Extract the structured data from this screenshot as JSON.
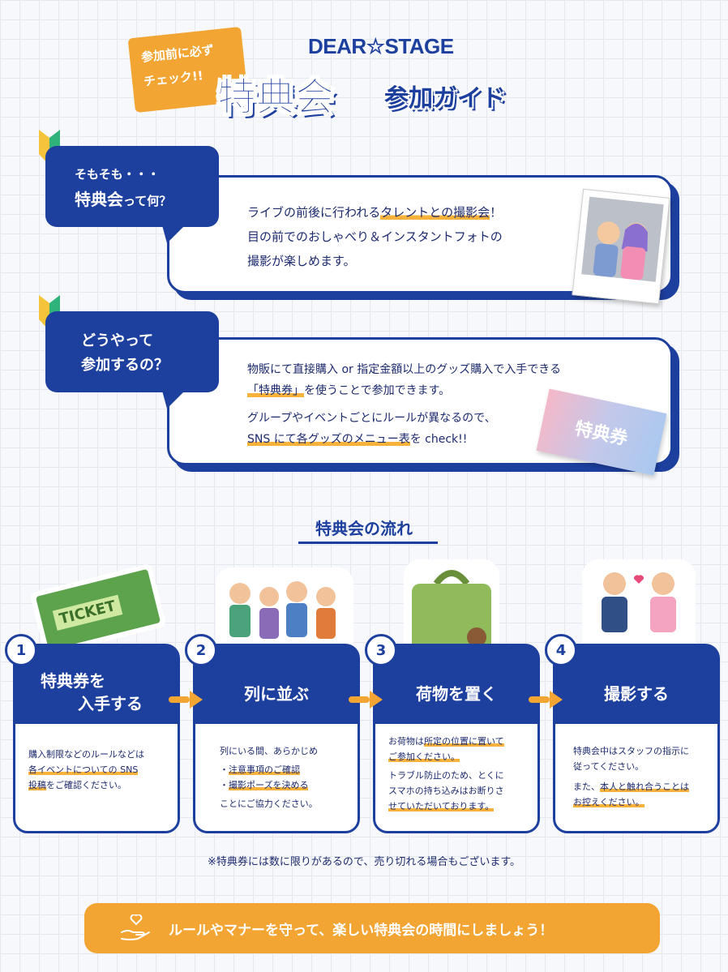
{
  "header": {
    "badge_line1": "参加前に必ず",
    "badge_line2": "チェック!!",
    "brand": "DEAR☆STAGE",
    "title": "特典会",
    "subtitle": "参加ガイド"
  },
  "q1": {
    "question_line1": "そもそも・・・",
    "question_line2_big": "特典会",
    "question_line2_small": "って何？",
    "answer_pre": "ライブの前後に行われる",
    "answer_hl": "タレントとの撮影会",
    "answer_post": "！",
    "answer_line2": "目の前でのおしゃべり＆インスタントフォトの",
    "answer_line3": "撮影が楽しめます。"
  },
  "q2": {
    "question_line1": "どうやって",
    "question_line2": "参加するの？",
    "answer_line1": "物販にて直接購入 or 指定金額以上のグッズ購入で入手できる",
    "answer_line2_hl": "「特典券」",
    "answer_line2_post": "を使うことで参加できます。",
    "answer_line3": "グループやイベントごとにルールが異なるので、",
    "answer_line4_hl": "SNS にて各グッズのメニュー表",
    "answer_line4_post": "を check!!",
    "ticket_label": "特典券"
  },
  "flow": {
    "title": "特典会の流れ",
    "steps": [
      {
        "num": "1",
        "title_line1": "特典券を",
        "title_line2": "入手する",
        "body_line1": "購入制限などのルールなどは",
        "body_line2_hl": "各イベントについての SNS",
        "body_line3_hl": "投稿",
        "body_line3_post": "をご確認ください。",
        "ticket_text": "TICKET"
      },
      {
        "num": "2",
        "title_line1": "列に並ぶ",
        "body_line1": "列にいる間、あらかじめ",
        "body_line2_pre": "・",
        "body_line2_hl": "注意事項のご確認",
        "body_line3_pre": "・",
        "body_line3_hl": "撮影ポーズを決める",
        "body_line4": "ことにご協力ください。"
      },
      {
        "num": "3",
        "title_line1": "荷物を置く",
        "body_line1_pre": "お荷物は",
        "body_line1_hl": "所定の位置に置いて",
        "body_line2_hl": "ご参加ください。",
        "body_line3": "トラブル防止のため、とくに",
        "body_line4_pre": "スマホの持ち込みはお断りさ",
        "body_line5_hl": "せていただいております。"
      },
      {
        "num": "4",
        "title_line1": "撮影する",
        "body_line1": "特典会中はスタッフの指示に",
        "body_line2": "従ってください。",
        "body_line3_pre": "また、",
        "body_line3_hl": "本人と触れ合うことは",
        "body_line4_hl": "お控えください。"
      }
    ]
  },
  "note": "※特典券には数に限りがあるので、売り切れる場合もございます。",
  "banner": "ルールやマナーを守って、楽しい特典会の時間にしましょう！",
  "colors": {
    "navy": "#1d3f9e",
    "orange": "#f3a533",
    "green": "#2fb37a",
    "yellow": "#f6c43a"
  }
}
